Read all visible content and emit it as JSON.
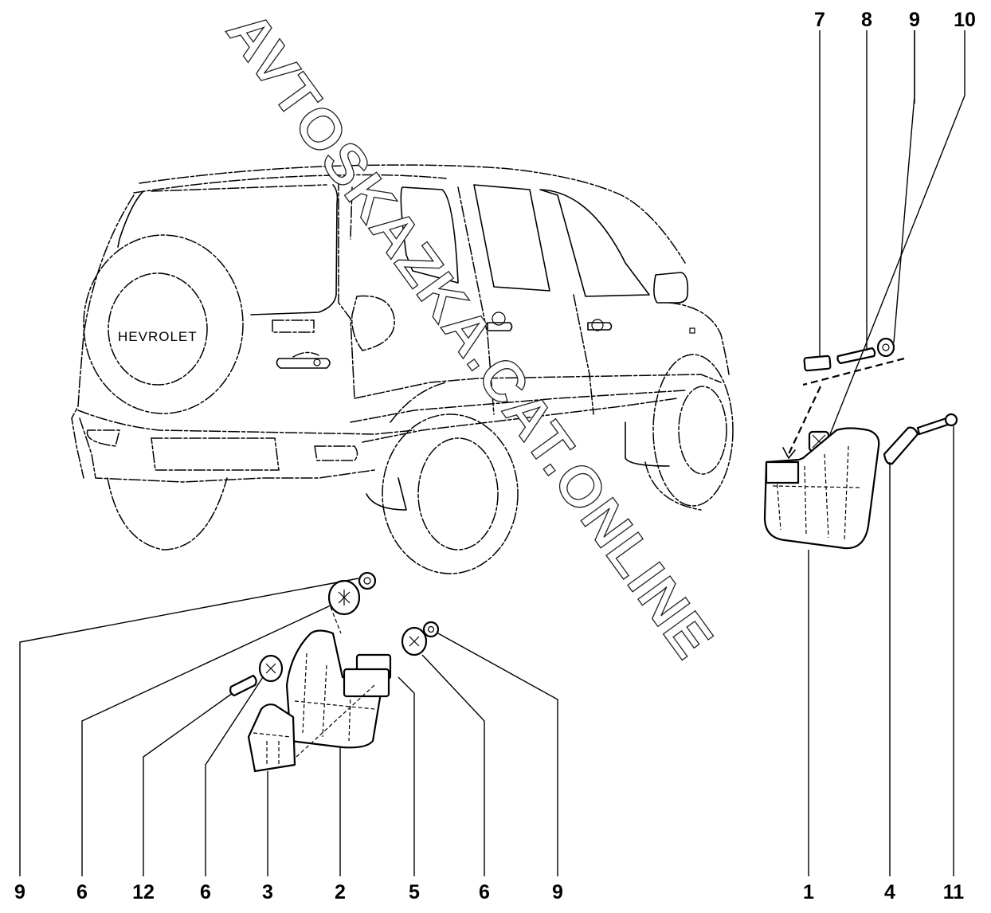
{
  "diagram": {
    "spare_tire_badge": "HEVROLET",
    "watermark": "AVTOSKAZKA.CAT.ONLINE",
    "top_callouts": [
      {
        "id": "callout-7",
        "label": "7"
      },
      {
        "id": "callout-8",
        "label": "8"
      },
      {
        "id": "callout-9-top",
        "label": "9"
      },
      {
        "id": "callout-10",
        "label": "10"
      }
    ],
    "bottom_left_callouts": [
      {
        "id": "callout-9-left",
        "label": "9"
      },
      {
        "id": "callout-6-a",
        "label": "6"
      },
      {
        "id": "callout-12",
        "label": "12"
      },
      {
        "id": "callout-6-b",
        "label": "6"
      },
      {
        "id": "callout-3",
        "label": "3"
      },
      {
        "id": "callout-2",
        "label": "2"
      },
      {
        "id": "callout-5",
        "label": "5"
      },
      {
        "id": "callout-6-c",
        "label": "6"
      },
      {
        "id": "callout-9-right",
        "label": "9"
      }
    ],
    "bottom_right_callouts": [
      {
        "id": "callout-1",
        "label": "1"
      },
      {
        "id": "callout-4",
        "label": "4"
      },
      {
        "id": "callout-11",
        "label": "11"
      }
    ],
    "colors": {
      "line": "#000000",
      "background": "#ffffff"
    }
  }
}
